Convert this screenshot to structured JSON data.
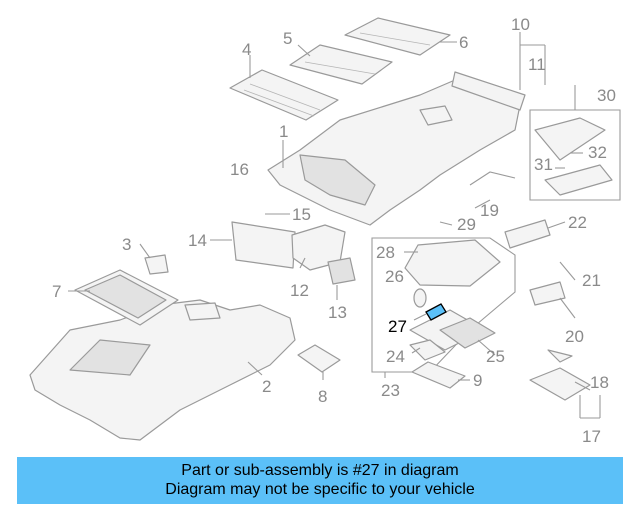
{
  "banner": {
    "line1": "Part or sub-assembly is #27 in diagram",
    "line2": "Diagram may not be specific to your vehicle",
    "background": "#5bc0f8"
  },
  "highlight_part": "27",
  "callouts": {
    "c1": "1",
    "c2": "2",
    "c3": "3",
    "c4": "4",
    "c5": "5",
    "c6": "6",
    "c7": "7",
    "c8": "8",
    "c9": "9",
    "c10": "10",
    "c11": "11",
    "c12": "12",
    "c13": "13",
    "c14": "14",
    "c15": "15",
    "c16": "16",
    "c17": "17",
    "c18": "18",
    "c19": "19",
    "c20": "20",
    "c21": "21",
    "c22": "22",
    "c23": "23",
    "c24": "24",
    "c25": "25",
    "c26": "26",
    "c27": "27",
    "c28": "28",
    "c29": "29",
    "c30": "30",
    "c31": "31",
    "c32": "32"
  }
}
